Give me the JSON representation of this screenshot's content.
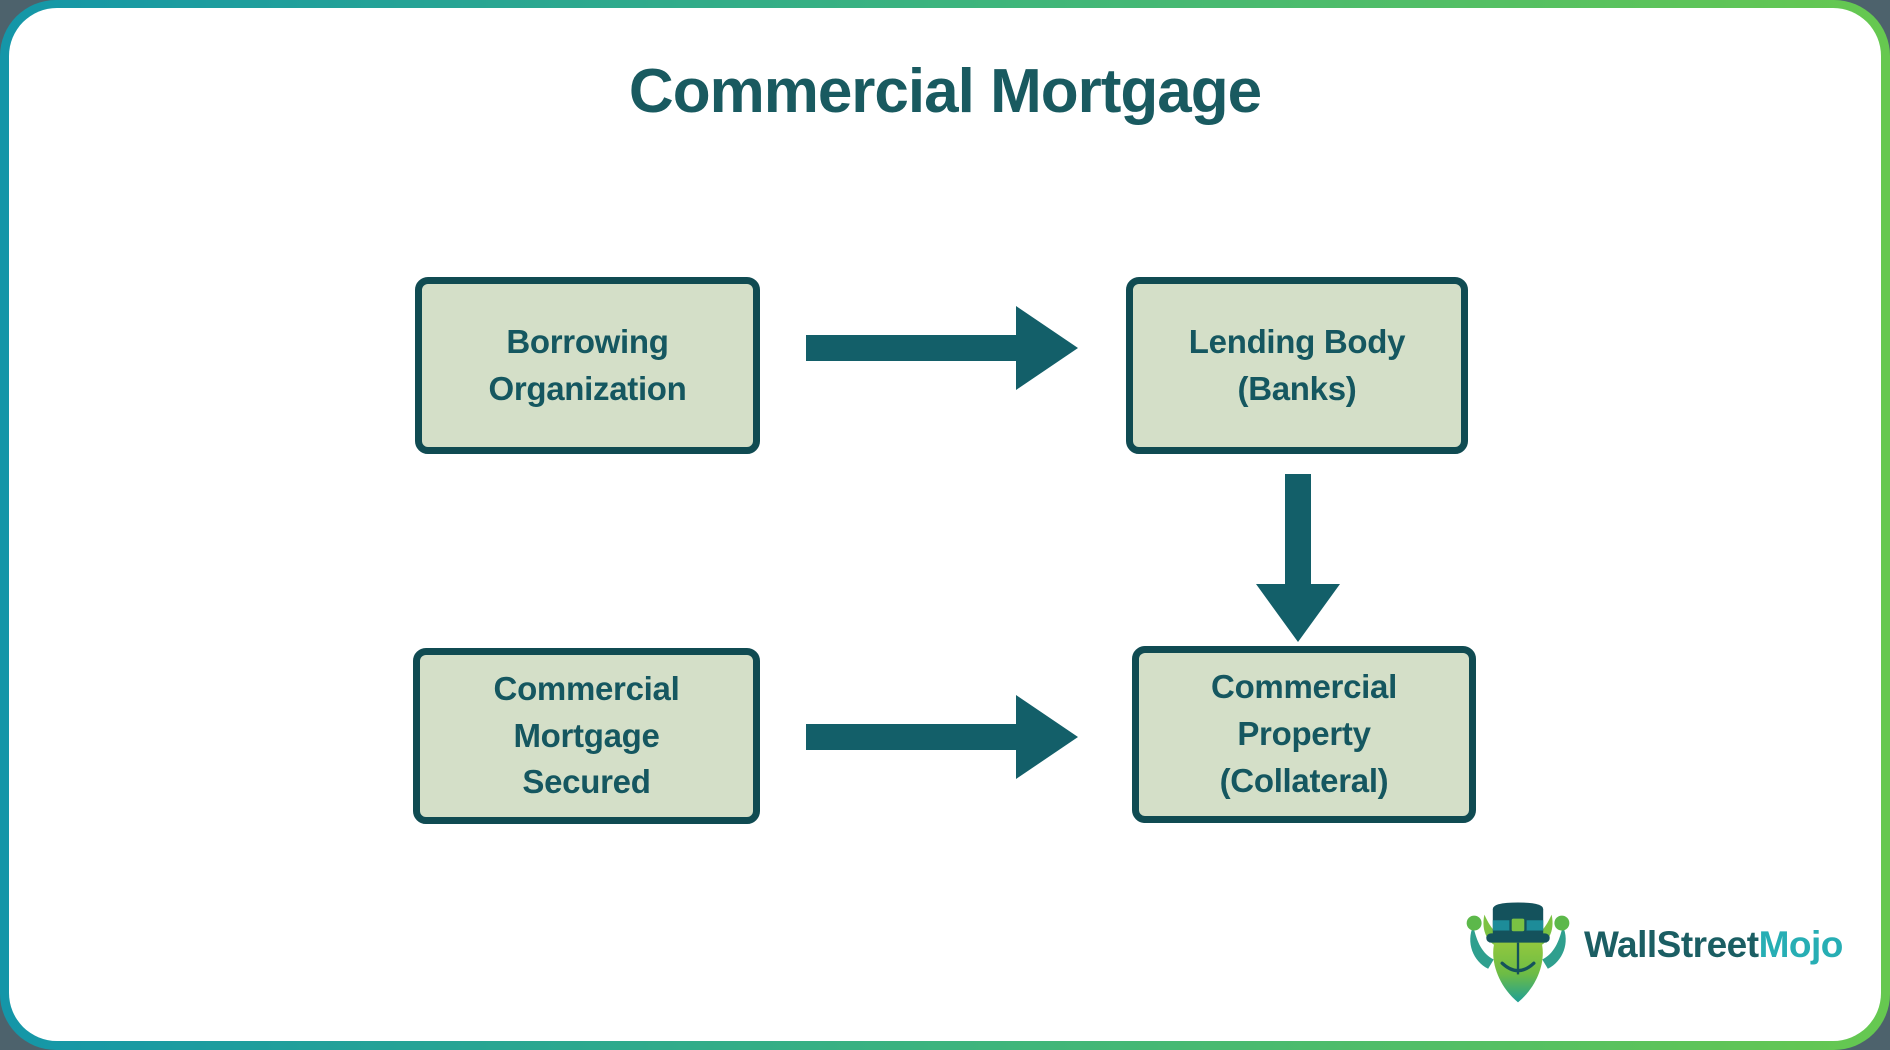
{
  "page": {
    "title": "Commercial Mortgage",
    "colors": {
      "title_text": "#195a60",
      "node_fill": "#d4dfc8",
      "node_border": "#104b52",
      "node_text": "#155760",
      "arrow": "#135f69",
      "frame_gradient_left": "#1496a8",
      "frame_gradient_middle": "#3cb47e",
      "frame_gradient_right": "#66c850",
      "background": "#ffffff"
    }
  },
  "diagram": {
    "nodes": [
      {
        "id": "borrowing-organization",
        "label": "Borrowing\nOrganization"
      },
      {
        "id": "lending-body",
        "label": "Lending Body\n(Banks)"
      },
      {
        "id": "commercial-mortgage-secured",
        "label": "Commercial\nMortgage\nSecured"
      },
      {
        "id": "commercial-property-collateral",
        "label": "Commercial\nProperty\n(Collateral)"
      }
    ],
    "edges": [
      {
        "from": "borrowing-organization",
        "to": "lending-body",
        "direction": "right",
        "icon": "arrow-right-icon"
      },
      {
        "from": "lending-body",
        "to": "commercial-property-collateral",
        "direction": "down",
        "icon": "arrow-down-icon"
      },
      {
        "from": "commercial-mortgage-secured",
        "to": "commercial-property-collateral",
        "direction": "right",
        "icon": "arrow-right-icon"
      }
    ]
  },
  "logo": {
    "icon": "bull-mascot-icon",
    "brand_primary": "WallStreet",
    "brand_accent": "Mojo",
    "colors": {
      "primary": "#1b5e63",
      "accent": "#27aeb4"
    }
  }
}
